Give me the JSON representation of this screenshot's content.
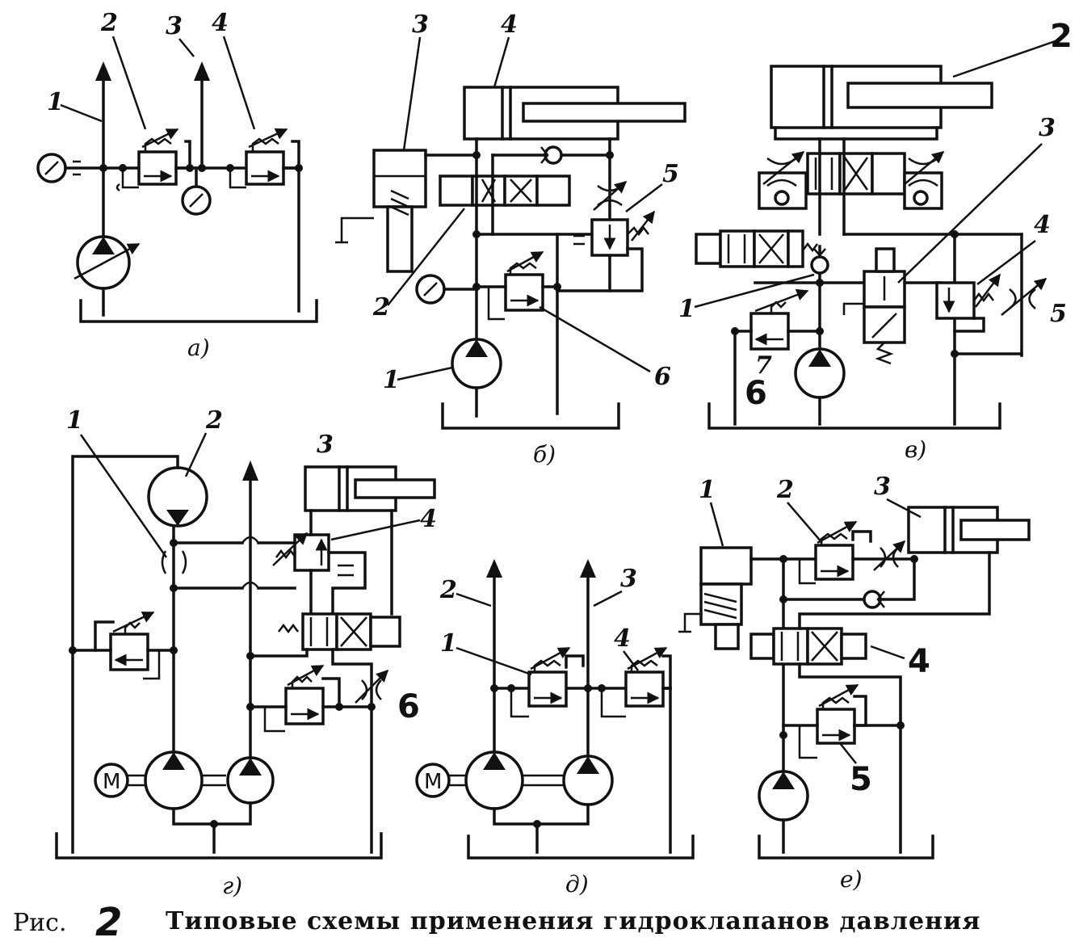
{
  "caption": {
    "prefix": "Рис.",
    "number": "2",
    "text": "Типовые схемы применения гидроклапанов давления"
  },
  "motor_letter": "M",
  "panels": {
    "a": {
      "sublabel": "а)",
      "labels": [
        "1",
        "2",
        "3",
        "4"
      ]
    },
    "b": {
      "sublabel": "б)",
      "labels": [
        "1",
        "2",
        "3",
        "4",
        "5",
        "6"
      ]
    },
    "v": {
      "sublabel": "в)",
      "labels": [
        "1",
        "2",
        "3",
        "4",
        "5",
        "6",
        "7"
      ]
    },
    "g": {
      "sublabel": "г)",
      "labels": [
        "1",
        "2",
        "3",
        "4",
        "6"
      ]
    },
    "d": {
      "sublabel": "д)",
      "labels": [
        "1",
        "2",
        "3",
        "4"
      ]
    },
    "e": {
      "sublabel": "е)",
      "labels": [
        "1",
        "2",
        "3",
        "4",
        "5"
      ]
    }
  }
}
